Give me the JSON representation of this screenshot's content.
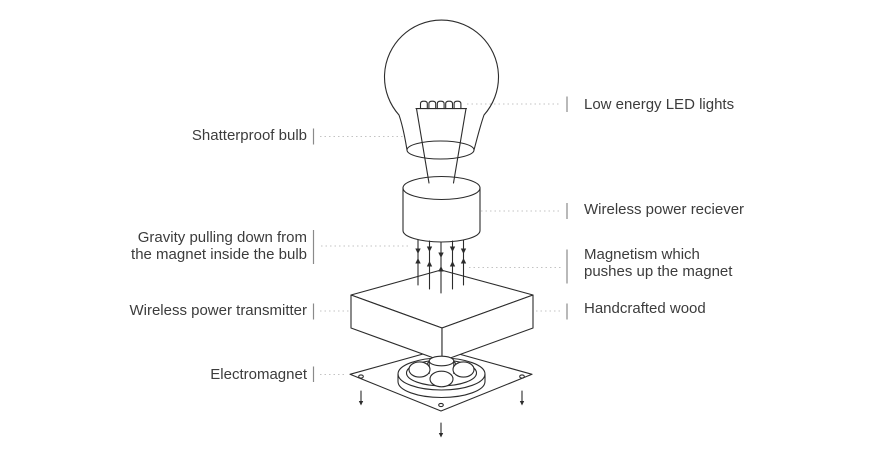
{
  "colors": {
    "background": "#ffffff",
    "line": "#2c2c2c",
    "text": "#3c3c3c",
    "leader": "#c3c3c3",
    "tick": "#8a8a8a"
  },
  "labels": {
    "left": [
      {
        "id": "shatterproof-bulb",
        "lines": [
          "Shatterproof bulb"
        ]
      },
      {
        "id": "gravity",
        "lines": [
          "Gravity pulling down from",
          "the magnet inside the bulb"
        ]
      },
      {
        "id": "wireless-power-transmitter",
        "lines": [
          "Wireless power transmitter"
        ]
      },
      {
        "id": "electromagnet",
        "lines": [
          "Electromagnet"
        ]
      }
    ],
    "right": [
      {
        "id": "low-energy-led-lights",
        "lines": [
          "Low energy LED lights"
        ]
      },
      {
        "id": "wireless-power-reciever",
        "lines": [
          "Wireless power reciever"
        ]
      },
      {
        "id": "magnetism",
        "lines": [
          "Magnetism which",
          "pushes up the magnet"
        ]
      },
      {
        "id": "handcrafted-wood",
        "lines": [
          "Handcrafted wood"
        ]
      }
    ]
  },
  "diagram": {
    "components": [
      "light-bulb",
      "led-filament-coils",
      "wireless-power-receiver-cylinder",
      "gravity-down-arrows",
      "magnetism-up-arrows",
      "wood-base-block",
      "electromagnet-coil",
      "mounting-plate",
      "mounting-screw-arrows"
    ]
  }
}
